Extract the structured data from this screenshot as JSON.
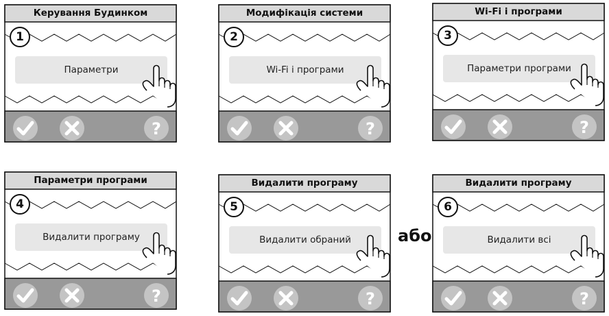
{
  "panels": [
    {
      "step": "1",
      "title": "Керування Будинком",
      "button": "Параметри"
    },
    {
      "step": "2",
      "title": "Модифікація системи",
      "button": "Wi-Fi і програми"
    },
    {
      "step": "3",
      "title": "Wi-Fi і програми",
      "button": "Параметри програми"
    },
    {
      "step": "4",
      "title": "Параметри програми",
      "button": "Видалити програму"
    },
    {
      "step": "5",
      "title": "Видалити програму",
      "button": "Видалити обраний"
    },
    {
      "step": "6",
      "title": "Видалити програму",
      "button": "Видалити всі"
    }
  ],
  "or_label": "або",
  "icons": {
    "confirm": "check-icon",
    "cancel": "x-icon",
    "help": "question-icon"
  },
  "colors": {
    "header": "#d9d9d9",
    "bottom_bar": "#999999",
    "icon": "#c4c4c4",
    "button": "#e7e7e7"
  }
}
